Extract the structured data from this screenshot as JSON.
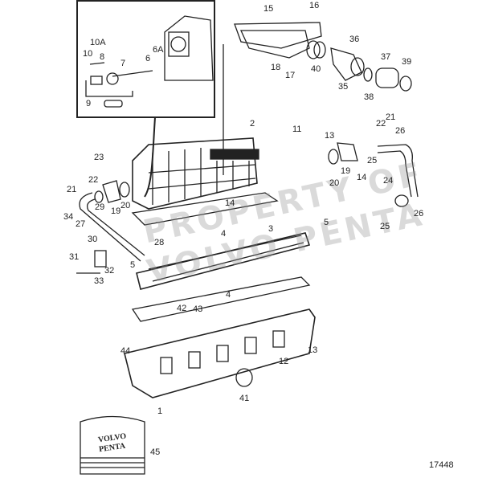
{
  "diagram": {
    "drawing_number": "17448",
    "watermark_line1": "PROPERTY OF",
    "watermark_line2": "VOLVO PENTA",
    "manual_logo": "VOLVO PENTA",
    "inset_labels": [
      "10A",
      "10",
      "8",
      "7",
      "6",
      "6A",
      "9"
    ],
    "labels": [
      "15",
      "16",
      "36",
      "37",
      "39",
      "18",
      "17",
      "40",
      "35",
      "38",
      "2",
      "11",
      "13",
      "22",
      "21",
      "26",
      "19",
      "20",
      "14",
      "25",
      "24",
      "26",
      "25",
      "5",
      "3",
      "23",
      "22",
      "21",
      "29",
      "19",
      "20",
      "14",
      "34",
      "27",
      "4",
      "30",
      "28",
      "31",
      "32",
      "33",
      "5",
      "4",
      "42",
      "43",
      "44",
      "13",
      "12",
      "41",
      "1",
      "45"
    ]
  }
}
